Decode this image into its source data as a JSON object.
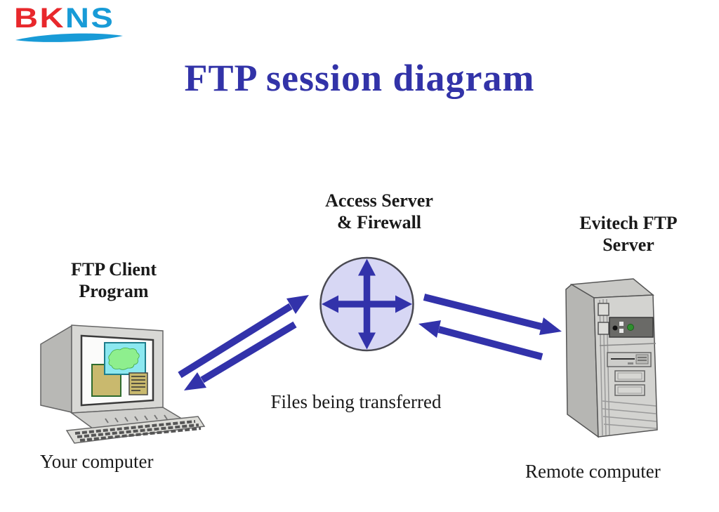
{
  "logo": {
    "text_red": "BK",
    "text_blue": "NS"
  },
  "title": "FTP session diagram",
  "nodes": {
    "client": {
      "label_line1": "FTP Client",
      "label_line2": "Program",
      "caption": "Your computer"
    },
    "firewall": {
      "label_line1": "Access Server",
      "label_line2": "& Firewall"
    },
    "server": {
      "label_line1": "Evitech FTP",
      "label_line2": "Server",
      "caption": "Remote computer"
    }
  },
  "annotations": {
    "transfer_caption": "Files being transferred"
  },
  "icons": {
    "client": "desktop-computer-icon",
    "firewall": "crossroads-arrows-circle-icon",
    "server": "tower-server-icon",
    "logo": "swoosh-underline-icon"
  },
  "colors": {
    "title_blue": "#3233a8",
    "arrow_blue": "#3232aa",
    "circle_fill": "#d7d7f4",
    "circle_stroke": "#4a4a52",
    "text_black": "#1a1a1a",
    "logo_red": "#e8282c",
    "logo_blue": "#189bd7"
  }
}
